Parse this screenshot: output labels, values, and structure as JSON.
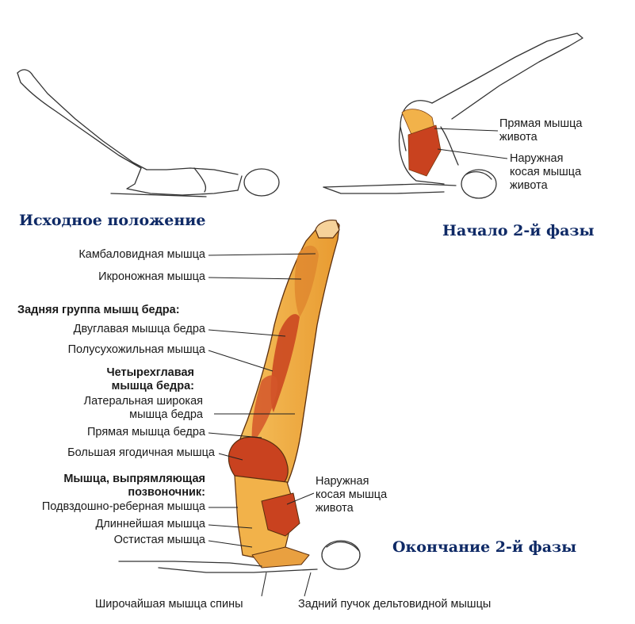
{
  "titles": {
    "start": "Исходное положение",
    "phase2_start": "Начало 2-й фазы",
    "phase2_end": "Окончание 2-й фазы"
  },
  "phase2_start_labels": {
    "rectus_abdominis": [
      "Прямая мышца",
      "живота"
    ],
    "external_oblique": [
      "Наружная",
      "косая мышца",
      "живота"
    ]
  },
  "end_labels": {
    "soleus": "Камбаловидная мышца",
    "gastrocnemius": "Икроножная мышца",
    "hamstrings_heading": "Задняя группа мышц бедра:",
    "biceps_femoris": "Двуглавая мышца бедра",
    "semitendinosus": "Полусухожильная мышца",
    "quadriceps_heading": [
      "Четырехглавая",
      "мышца бедра:"
    ],
    "vastus_lateralis": [
      "Латеральная широкая",
      "мышца бедра"
    ],
    "rectus_femoris": "Прямая мышца бедра",
    "gluteus_maximus": "Большая ягодичная мышца",
    "erector_heading": [
      "Мышца, выпрямляющая",
      "позвоночник:"
    ],
    "iliocostalis": "Подвздошно-реберная мышца",
    "longissimus": "Длиннейшая мышца",
    "spinalis": "Остистая мышца",
    "latissimus": "Широчайшая мышца спины",
    "external_oblique": [
      "Наружная",
      "косая мышца",
      "живота"
    ],
    "posterior_deltoid": "Задний пучок дельтовидной мышцы"
  },
  "colors": {
    "title": "#0f2a66",
    "muscle_light": "#f2b24a",
    "muscle_dark": "#c9421f",
    "outline": "#333333"
  }
}
